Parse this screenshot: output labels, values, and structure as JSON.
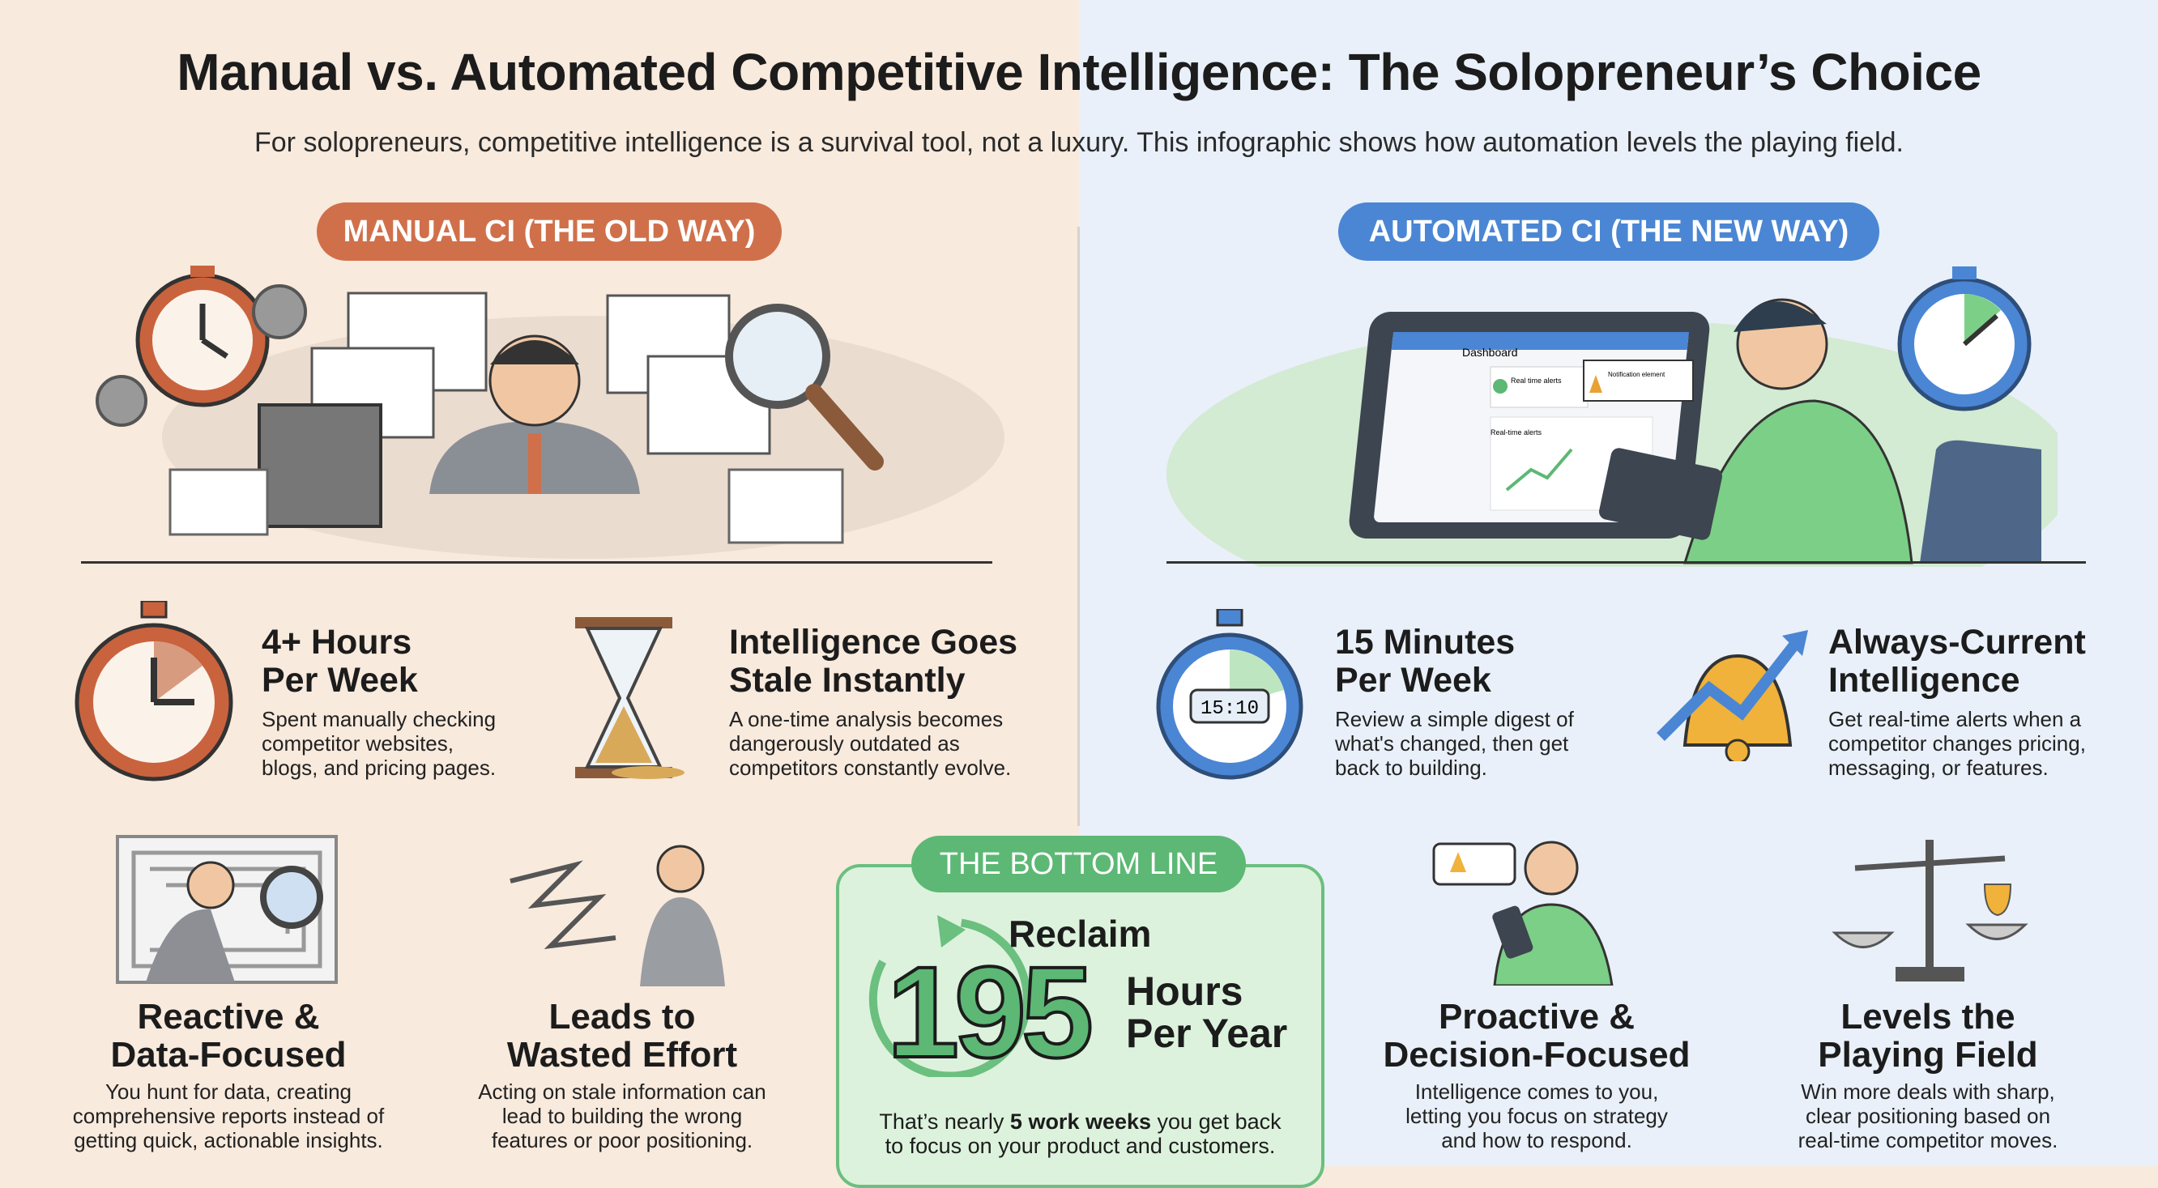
{
  "header": {
    "title": "Manual vs. Automated Competitive Intelligence: The Solopreneur’s Choice",
    "subtitle": "For solopreneurs, competitive intelligence is a survival tool, not a luxury. This infographic shows how automation levels the playing field."
  },
  "colors": {
    "manual_accent": "#d0704a",
    "automated_accent": "#4a86d4",
    "bottom_line_green": "#5cb874",
    "left_bg": "#f8eadd",
    "right_bg": "#e9f0f9"
  },
  "manual": {
    "label": "MANUAL CI (THE OLD WAY)",
    "features": [
      {
        "icon": "stopwatch-icon",
        "title_1": "4+ Hours",
        "title_2": "Per Week",
        "desc": [
          "Spent manually checking",
          "competitor websites,",
          "blogs, and pricing pages."
        ]
      },
      {
        "icon": "hourglass-icon",
        "title_1": "Intelligence Goes",
        "title_2": "Stale Instantly",
        "desc": [
          "A one-time analysis becomes",
          "dangerously outdated as",
          "competitors constantly evolve."
        ]
      },
      {
        "icon": "maze-magnifier-icon",
        "title_1": "Reactive &",
        "title_2": "Data-Focused",
        "desc": [
          "You hunt for data, creating",
          "comprehensive reports instead of",
          "getting quick, actionable insights."
        ]
      },
      {
        "icon": "confused-person-icon",
        "title_1": "Leads to",
        "title_2": "Wasted Effort",
        "desc": [
          "Acting on stale information can",
          "lead to building the wrong",
          "features or poor positioning."
        ]
      }
    ]
  },
  "automated": {
    "label": "AUTOMATED CI (THE NEW WAY)",
    "dashboard": {
      "title": "Dashboard",
      "card1": "Real time alerts",
      "card2": "Real-time alerts",
      "notification": "Notification element"
    },
    "features": [
      {
        "icon": "digital-stopwatch-icon",
        "display": "15:10",
        "title_1": "15 Minutes",
        "title_2": "Per Week",
        "desc": [
          "Review a simple digest of",
          "what's changed, then get",
          "back to building."
        ]
      },
      {
        "icon": "bell-trend-icon",
        "title_1": "Always-Current",
        "title_2": "Intelligence",
        "desc": [
          "Get real-time alerts when a",
          "competitor changes pricing,",
          "messaging, or features."
        ]
      },
      {
        "icon": "person-phone-icon",
        "title_1": "Proactive &",
        "title_2": "Decision-Focused",
        "desc": [
          "Intelligence comes to you,",
          "letting you focus on strategy",
          "and how to respond."
        ]
      },
      {
        "icon": "scales-trophy-icon",
        "title_1": "Levels the",
        "title_2": "Playing Field",
        "desc": [
          "Win more deals with sharp,",
          "clear positioning based on",
          "real-time competitor moves."
        ]
      }
    ]
  },
  "bottom_line": {
    "label": "THE BOTTOM LINE",
    "reclaim": "Reclaim",
    "number": "195",
    "unit_1": "Hours",
    "unit_2": "Per Year",
    "note_pre": "That’s nearly ",
    "note_bold": "5 work weeks",
    "note_post": " you get back",
    "note_2": "to focus on your product and customers."
  }
}
